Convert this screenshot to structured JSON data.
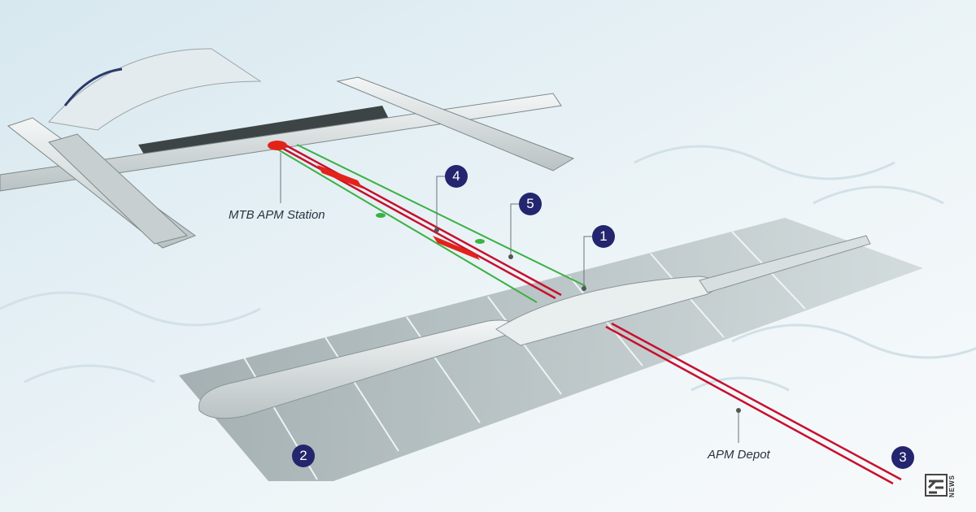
{
  "labels": {
    "mtb_station": "MTB APM Station",
    "apm_depot": "APM Depot"
  },
  "markers": [
    "1",
    "2",
    "3",
    "4",
    "5"
  ],
  "logo": {
    "text": "NEWS"
  },
  "colors": {
    "rail": "#c8102e",
    "walkway": "#3cb043",
    "badge": "#23256e",
    "background": "#eef5f8"
  }
}
